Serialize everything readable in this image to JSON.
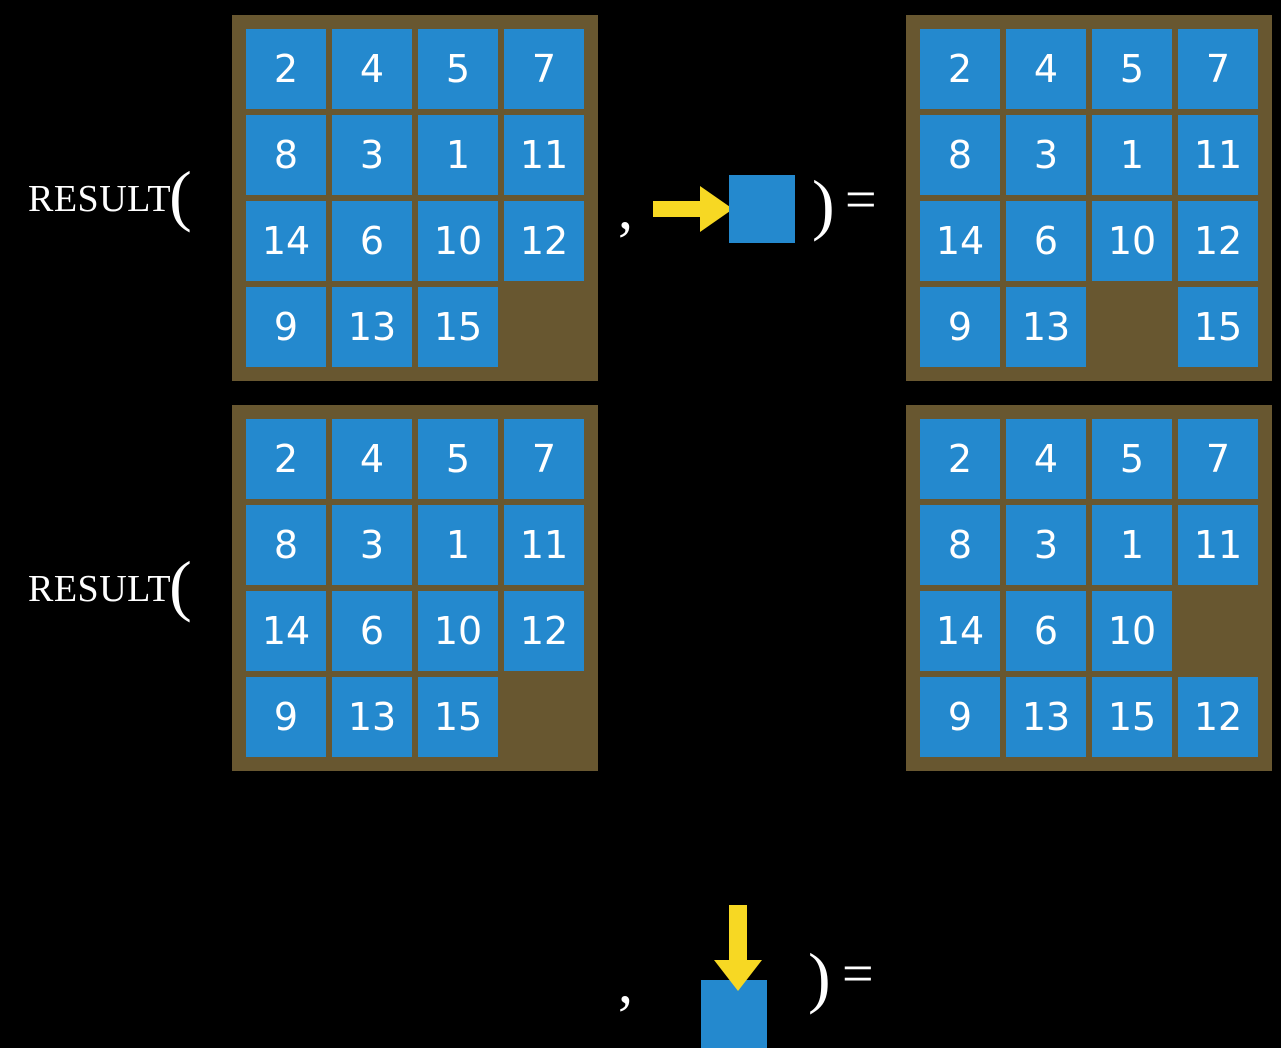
{
  "theme": {
    "background": "#000000",
    "board_frame": "#685730",
    "tile_fill": "#2489ce",
    "tile_text": "#ffffff",
    "arrow_fill": "#f7d823",
    "text": "#ffffff"
  },
  "rows": [
    {
      "id": "top",
      "label": "Result",
      "paren_open": "(",
      "comma": ",",
      "paren_close": ")",
      "equals": "=",
      "action_icon": "arrow-right-icon",
      "input_board": {
        "name": "input-board-top",
        "tiles": [
          "2",
          "4",
          "5",
          "7",
          "8",
          "3",
          "1",
          "11",
          "14",
          "6",
          "10",
          "12",
          "9",
          "13",
          "15",
          ""
        ]
      },
      "output_board": {
        "name": "output-board-top",
        "tiles": [
          "2",
          "4",
          "5",
          "7",
          "8",
          "3",
          "1",
          "11",
          "14",
          "6",
          "10",
          "12",
          "9",
          "13",
          "",
          "15"
        ]
      }
    },
    {
      "id": "bottom",
      "label": "Result",
      "paren_open": "(",
      "comma": ",",
      "paren_close": ")",
      "equals": "=",
      "action_icon": "arrow-down-icon",
      "input_board": {
        "name": "input-board-bottom",
        "tiles": [
          "2",
          "4",
          "5",
          "7",
          "8",
          "3",
          "1",
          "11",
          "14",
          "6",
          "10",
          "12",
          "9",
          "13",
          "15",
          ""
        ]
      },
      "output_board": {
        "name": "output-board-bottom",
        "tiles": [
          "2",
          "4",
          "5",
          "7",
          "8",
          "3",
          "1",
          "11",
          "14",
          "6",
          "10",
          "",
          "9",
          "13",
          "15",
          "12"
        ]
      }
    }
  ]
}
